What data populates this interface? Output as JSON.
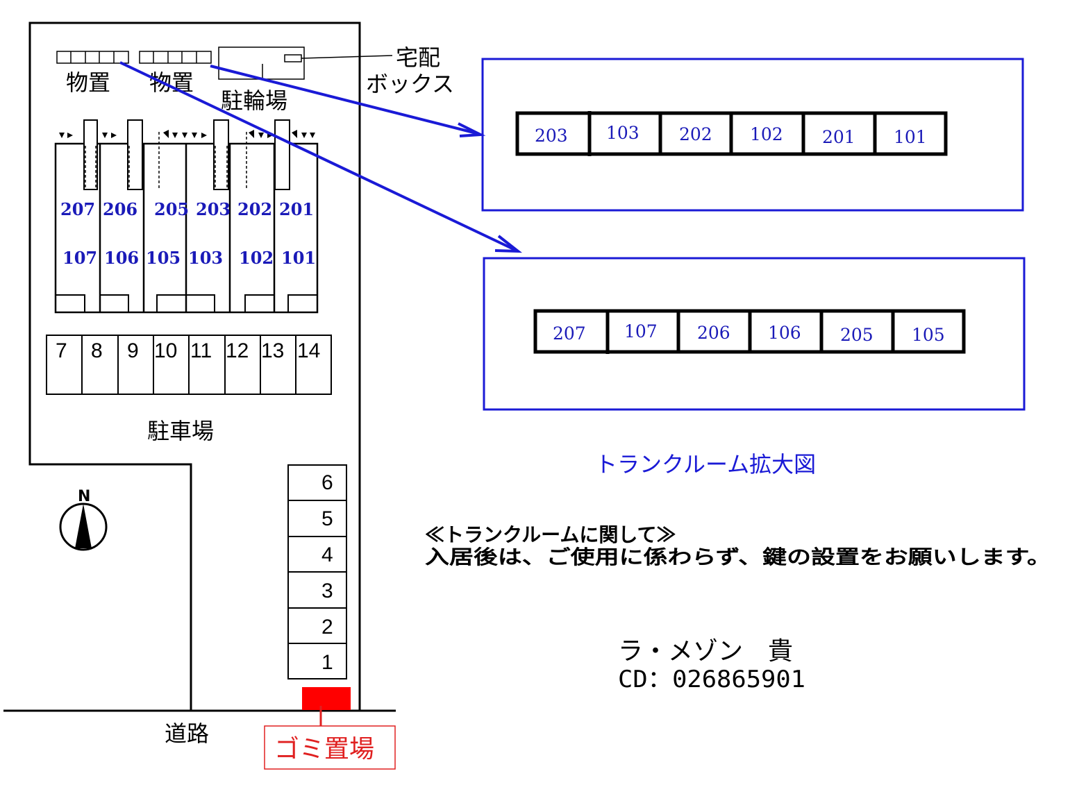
{
  "site": {
    "storage_label_1": "物置",
    "storage_label_2": "物置",
    "bike_parking_label": "駐輪場",
    "delivery_box_label_1": "宅配",
    "delivery_box_label_2": "ボックス",
    "parking_label": "駐車場",
    "road_label": "道路",
    "garbage_label": "ゴミ置場",
    "north_label": "N"
  },
  "units": {
    "upper": [
      "207",
      "206",
      "205",
      "203",
      "202",
      "201"
    ],
    "lower": [
      "107",
      "106",
      "105",
      "103",
      "102",
      "101"
    ]
  },
  "parking_spaces": {
    "row": [
      "7",
      "8",
      "9",
      "10",
      "11",
      "12",
      "13",
      "14"
    ],
    "column": [
      "6",
      "5",
      "4",
      "3",
      "2",
      "1"
    ]
  },
  "trunk_rooms": {
    "title": "トランクルーム拡大図",
    "upper_row": [
      "203",
      "103",
      "202",
      "102",
      "201",
      "101"
    ],
    "lower_row": [
      "207",
      "107",
      "206",
      "106",
      "205",
      "105"
    ]
  },
  "notice": {
    "heading": "≪トランクルームに関して≫",
    "body": "入居後は、ご使用に係わらず、鍵の設置をお願いします。"
  },
  "property": {
    "name": "ラ・メゾン　貴",
    "code": "CD：026865901"
  },
  "colors": {
    "unit_text": "#1a1ab8",
    "frame_blue": "#1a1ad6",
    "garbage_red": "#ff0000",
    "garbage_text": "#e02020"
  }
}
